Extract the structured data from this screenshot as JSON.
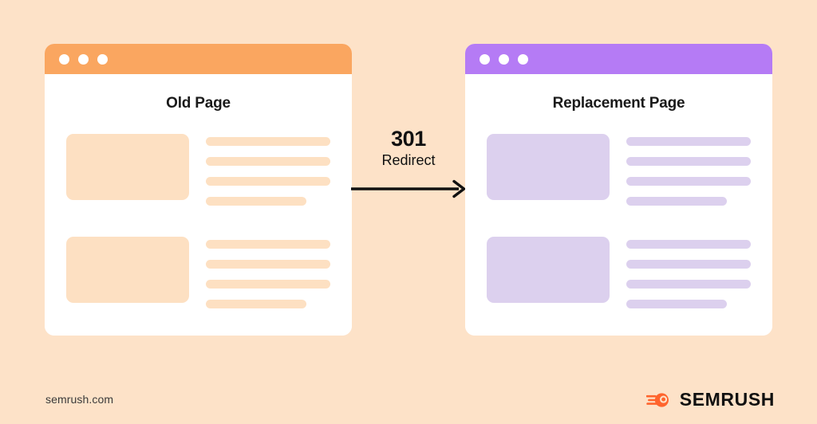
{
  "background_color": "#fde2c8",
  "windows": [
    {
      "id": "old-page",
      "title": "Old Page",
      "titlebar_color": "#faa660",
      "accent_color": "#fde0c2",
      "dots": [
        "window-dot-1",
        "window-dot-2",
        "window-dot-3"
      ],
      "blocks": [
        {
          "thumb": "image-placeholder",
          "lines": 4
        },
        {
          "thumb": "image-placeholder",
          "lines": 4
        }
      ]
    },
    {
      "id": "replacement-page",
      "title": "Replacement Page",
      "titlebar_color": "#b57bf5",
      "accent_color": "#dcd0ee",
      "dots": [
        "window-dot-1",
        "window-dot-2",
        "window-dot-3"
      ],
      "blocks": [
        {
          "thumb": "image-placeholder",
          "lines": 4
        },
        {
          "thumb": "image-placeholder",
          "lines": 4
        }
      ]
    }
  ],
  "redirect": {
    "code": "301",
    "label": "Redirect",
    "arrow_icon": "arrow-right-icon",
    "arrow_color": "#111111"
  },
  "footer": {
    "site_url": "semrush.com",
    "brand_name": "SEMRUSH",
    "brand_icon": "semrush-comet-icon",
    "brand_icon_color": "#ff642d"
  }
}
